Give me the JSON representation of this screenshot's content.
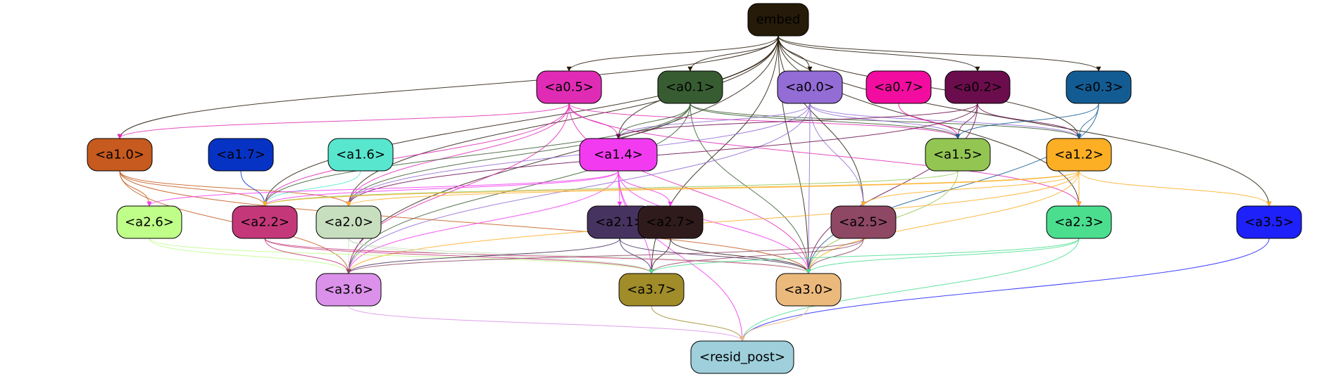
{
  "diagram": {
    "nodes": [
      {
        "id": "embed",
        "label": "embed",
        "fill": "#261a09",
        "text": "#000000"
      },
      {
        "id": "a0.5",
        "label": "<a0.5>",
        "fill": "#e02cb5",
        "text": "#000000"
      },
      {
        "id": "a0.1",
        "label": "<a0.1>",
        "fill": "#385c31",
        "text": "#000000"
      },
      {
        "id": "a0.0",
        "label": "<a0.0>",
        "fill": "#936cd5",
        "text": "#000000"
      },
      {
        "id": "a0.7",
        "label": "<a0.7>",
        "fill": "#f20da0",
        "text": "#000000"
      },
      {
        "id": "a0.2",
        "label": "<a0.2>",
        "fill": "#6b0d4d",
        "text": "#000000"
      },
      {
        "id": "a0.3",
        "label": "<a0.3>",
        "fill": "#135c93",
        "text": "#000000"
      },
      {
        "id": "a1.0",
        "label": "<a1.0>",
        "fill": "#c65a1f",
        "text": "#000000"
      },
      {
        "id": "a1.7",
        "label": "<a1.7>",
        "fill": "#0733c5",
        "text": "#000000"
      },
      {
        "id": "a1.6",
        "label": "<a1.6>",
        "fill": "#58e6cf",
        "text": "#000000"
      },
      {
        "id": "a1.4",
        "label": "<a1.4>",
        "fill": "#f23bf0",
        "text": "#000000"
      },
      {
        "id": "a1.5",
        "label": "<a1.5>",
        "fill": "#93c553",
        "text": "#000000"
      },
      {
        "id": "a1.2",
        "label": "<a1.2>",
        "fill": "#fcae25",
        "text": "#000000"
      },
      {
        "id": "a2.6",
        "label": "<a2.6>",
        "fill": "#bffe88",
        "text": "#000000"
      },
      {
        "id": "a2.2",
        "label": "<a2.2>",
        "fill": "#c4387a",
        "text": "#000000"
      },
      {
        "id": "a2.0",
        "label": "<a2.0>",
        "fill": "#c8dfbf",
        "text": "#000000"
      },
      {
        "id": "a2.1",
        "label": "<a2.1>",
        "fill": "#47335f",
        "text": "#000000"
      },
      {
        "id": "a2.7",
        "label": "<a2.7>",
        "fill": "#301b1c",
        "text": "#000000"
      },
      {
        "id": "a2.5",
        "label": "<a2.5>",
        "fill": "#8e4864",
        "text": "#000000"
      },
      {
        "id": "a2.3",
        "label": "<a2.3>",
        "fill": "#4bde8f",
        "text": "#000000"
      },
      {
        "id": "a3.5",
        "label": "<a3.5>",
        "fill": "#1e21f9",
        "text": "#000000"
      },
      {
        "id": "a3.6",
        "label": "<a3.6>",
        "fill": "#db91e9",
        "text": "#000000"
      },
      {
        "id": "a3.7",
        "label": "<a3.7>",
        "fill": "#a08c29",
        "text": "#000000"
      },
      {
        "id": "a3.0",
        "label": "<a3.0>",
        "fill": "#ecb97d",
        "text": "#000000"
      },
      {
        "id": "resid_post",
        "label": "<resid_post>",
        "fill": "#9ecfdb",
        "text": "#000000"
      }
    ],
    "edges": [
      {
        "from": "embed",
        "to": "a0.5",
        "color": "#261a09"
      },
      {
        "from": "embed",
        "to": "a0.1",
        "color": "#261a09"
      },
      {
        "from": "embed",
        "to": "a0.0",
        "color": "#261a09"
      },
      {
        "from": "embed",
        "to": "a0.2",
        "color": "#261a09"
      },
      {
        "from": "embed",
        "to": "a0.3",
        "color": "#261a09"
      },
      {
        "from": "embed",
        "to": "a1.0",
        "color": "#261a09"
      },
      {
        "from": "embed",
        "to": "a1.4",
        "color": "#261a09"
      },
      {
        "from": "embed",
        "to": "a1.2",
        "color": "#261a09"
      },
      {
        "from": "embed",
        "to": "a2.2",
        "color": "#261a09"
      },
      {
        "from": "embed",
        "to": "a2.0",
        "color": "#261a09"
      },
      {
        "from": "embed",
        "to": "a2.5",
        "color": "#261a09"
      },
      {
        "from": "embed",
        "to": "a2.3",
        "color": "#261a09"
      },
      {
        "from": "embed",
        "to": "a3.5",
        "color": "#261a09"
      },
      {
        "from": "embed",
        "to": "a3.6",
        "color": "#261a09"
      },
      {
        "from": "embed",
        "to": "a3.7",
        "color": "#261a09"
      },
      {
        "from": "embed",
        "to": "a3.0",
        "color": "#261a09"
      },
      {
        "from": "a0.5",
        "to": "a1.0",
        "color": "#e02cb5"
      },
      {
        "from": "a0.5",
        "to": "a1.4",
        "color": "#e02cb5"
      },
      {
        "from": "a0.5",
        "to": "a1.5",
        "color": "#e02cb5"
      },
      {
        "from": "a0.5",
        "to": "a2.2",
        "color": "#e02cb5"
      },
      {
        "from": "a0.5",
        "to": "a2.0",
        "color": "#e02cb5"
      },
      {
        "from": "a0.5",
        "to": "a2.3",
        "color": "#e02cb5"
      },
      {
        "from": "a0.5",
        "to": "a3.6",
        "color": "#e02cb5"
      },
      {
        "from": "a0.5",
        "to": "a3.0",
        "color": "#e02cb5"
      },
      {
        "from": "a0.1",
        "to": "a1.4",
        "color": "#385c31"
      },
      {
        "from": "a0.1",
        "to": "a1.5",
        "color": "#385c31"
      },
      {
        "from": "a0.1",
        "to": "a1.2",
        "color": "#385c31"
      },
      {
        "from": "a0.1",
        "to": "a2.2",
        "color": "#385c31"
      },
      {
        "from": "a0.1",
        "to": "a2.0",
        "color": "#385c31"
      },
      {
        "from": "a0.1",
        "to": "a3.6",
        "color": "#385c31"
      },
      {
        "from": "a0.1",
        "to": "a3.0",
        "color": "#385c31"
      },
      {
        "from": "a0.0",
        "to": "a1.4",
        "color": "#936cd5"
      },
      {
        "from": "a0.0",
        "to": "a1.5",
        "color": "#936cd5"
      },
      {
        "from": "a0.0",
        "to": "a1.2",
        "color": "#936cd5"
      },
      {
        "from": "a0.0",
        "to": "a2.0",
        "color": "#936cd5"
      },
      {
        "from": "a0.0",
        "to": "a2.5",
        "color": "#936cd5"
      },
      {
        "from": "a0.0",
        "to": "a3.6",
        "color": "#936cd5"
      },
      {
        "from": "a0.0",
        "to": "a3.0",
        "color": "#936cd5"
      },
      {
        "from": "a0.7",
        "to": "a1.5",
        "color": "#f20da0"
      },
      {
        "from": "a0.2",
        "to": "a1.4",
        "color": "#6b0d4d"
      },
      {
        "from": "a0.2",
        "to": "a1.5",
        "color": "#6b0d4d"
      },
      {
        "from": "a0.2",
        "to": "a1.2",
        "color": "#6b0d4d"
      },
      {
        "from": "a0.2",
        "to": "a2.0",
        "color": "#6b0d4d"
      },
      {
        "from": "a0.2",
        "to": "a3.0",
        "color": "#6b0d4d"
      },
      {
        "from": "a0.3",
        "to": "a1.5",
        "color": "#135c93"
      },
      {
        "from": "a0.3",
        "to": "a1.2",
        "color": "#135c93"
      },
      {
        "from": "a0.3",
        "to": "a3.0",
        "color": "#135c93"
      },
      {
        "from": "a1.0",
        "to": "a2.6",
        "color": "#c65a1f"
      },
      {
        "from": "a1.0",
        "to": "a2.2",
        "color": "#c65a1f"
      },
      {
        "from": "a1.0",
        "to": "a2.0",
        "color": "#c65a1f"
      },
      {
        "from": "a1.0",
        "to": "a3.6",
        "color": "#c65a1f"
      },
      {
        "from": "a1.0",
        "to": "a3.0",
        "color": "#c65a1f"
      },
      {
        "from": "a1.7",
        "to": "a2.2",
        "color": "#0733c5"
      },
      {
        "from": "a1.6",
        "to": "a2.2",
        "color": "#58e6cf"
      },
      {
        "from": "a1.4",
        "to": "a2.6",
        "color": "#f23bf0"
      },
      {
        "from": "a1.4",
        "to": "a2.2",
        "color": "#f23bf0"
      },
      {
        "from": "a1.4",
        "to": "a2.1",
        "color": "#f23bf0"
      },
      {
        "from": "a1.4",
        "to": "a2.7",
        "color": "#f23bf0"
      },
      {
        "from": "a1.4",
        "to": "a3.6",
        "color": "#f23bf0"
      },
      {
        "from": "a1.4",
        "to": "a3.7",
        "color": "#f23bf0"
      },
      {
        "from": "a1.4",
        "to": "a3.0",
        "color": "#f23bf0"
      },
      {
        "from": "a1.4",
        "to": "resid_post",
        "color": "#f23bf0"
      },
      {
        "from": "a1.5",
        "to": "a2.2",
        "color": "#93c553"
      },
      {
        "from": "a1.5",
        "to": "a3.0",
        "color": "#93c553"
      },
      {
        "from": "a1.2",
        "to": "a2.2",
        "color": "#fcae25"
      },
      {
        "from": "a1.2",
        "to": "a2.0",
        "color": "#fcae25"
      },
      {
        "from": "a1.2",
        "to": "a2.5",
        "color": "#fcae25"
      },
      {
        "from": "a1.2",
        "to": "a2.3",
        "color": "#fcae25"
      },
      {
        "from": "a1.2",
        "to": "a3.5",
        "color": "#fcae25"
      },
      {
        "from": "a1.2",
        "to": "a3.6",
        "color": "#fcae25"
      },
      {
        "from": "a1.2",
        "to": "a3.0",
        "color": "#fcae25"
      },
      {
        "from": "a2.6",
        "to": "a3.6",
        "color": "#bffe88"
      },
      {
        "from": "a2.6",
        "to": "a3.7",
        "color": "#bffe88"
      },
      {
        "from": "a2.2",
        "to": "a3.6",
        "color": "#c4387a"
      },
      {
        "from": "a2.2",
        "to": "a3.7",
        "color": "#c4387a"
      },
      {
        "from": "a2.2",
        "to": "a3.0",
        "color": "#c4387a"
      },
      {
        "from": "a2.0",
        "to": "a3.6",
        "color": "#c8dfbf"
      },
      {
        "from": "a2.0",
        "to": "a3.7",
        "color": "#c8dfbf"
      },
      {
        "from": "a2.0",
        "to": "a3.0",
        "color": "#c8dfbf"
      },
      {
        "from": "a2.1",
        "to": "a3.6",
        "color": "#47335f"
      },
      {
        "from": "a2.1",
        "to": "a3.7",
        "color": "#47335f"
      },
      {
        "from": "a2.1",
        "to": "a3.0",
        "color": "#47335f"
      },
      {
        "from": "a2.7",
        "to": "a3.7",
        "color": "#301b1c"
      },
      {
        "from": "a2.7",
        "to": "a3.0",
        "color": "#301b1c"
      },
      {
        "from": "a2.5",
        "to": "a3.6",
        "color": "#8e4864"
      },
      {
        "from": "a2.5",
        "to": "a3.7",
        "color": "#8e4864"
      },
      {
        "from": "a2.5",
        "to": "a3.0",
        "color": "#8e4864"
      },
      {
        "from": "a2.3",
        "to": "a3.7",
        "color": "#4bde8f"
      },
      {
        "from": "a2.3",
        "to": "a3.0",
        "color": "#4bde8f"
      },
      {
        "from": "a2.3",
        "to": "resid_post",
        "color": "#4bde8f"
      },
      {
        "from": "a3.5",
        "to": "resid_post",
        "color": "#1e21f9"
      },
      {
        "from": "a3.6",
        "to": "resid_post",
        "color": "#db91e9"
      },
      {
        "from": "a3.7",
        "to": "resid_post",
        "color": "#a08c29"
      },
      {
        "from": "a3.0",
        "to": "resid_post",
        "color": "#ecb97d"
      }
    ]
  }
}
